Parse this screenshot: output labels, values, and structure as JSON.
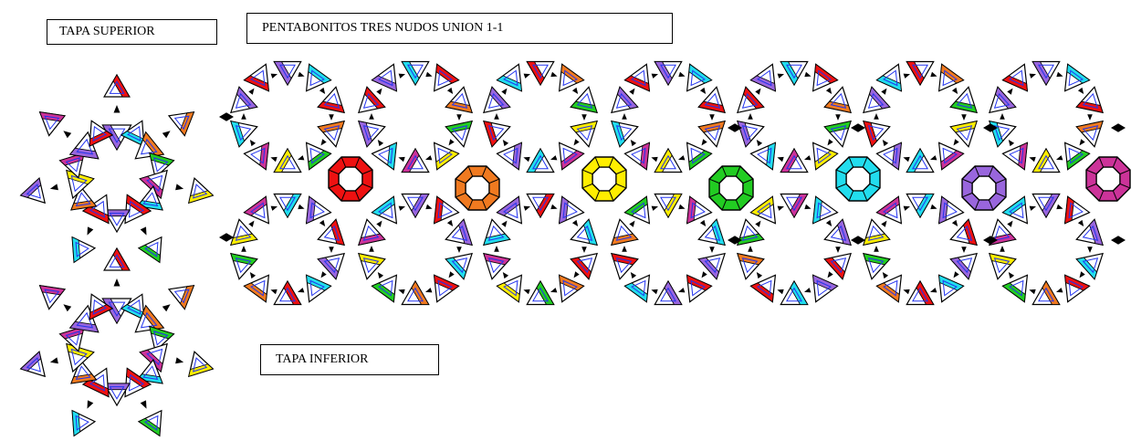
{
  "labels": {
    "top_cover": "TAPA SUPERIOR",
    "title": "PENTABONITOS TRES NUDOS  UNION 1-1",
    "bottom_cover": "TAPA INFERIOR"
  },
  "colors": {
    "red": "#ee1111",
    "orange": "#f07a20",
    "yellow": "#ffee00",
    "green": "#22cc22",
    "cyan": "#22ddee",
    "purple": "#9966dd",
    "magenta": "#cc3399",
    "blue": "#2233ee",
    "black": "#000000"
  },
  "knot_colors": [
    "red",
    "orange",
    "yellow",
    "green",
    "cyan",
    "purple",
    "magenta"
  ],
  "cover_petal_colors": [
    "red",
    "orange",
    "yellow",
    "green",
    "cyan",
    "purple",
    "magenta"
  ],
  "ring_tile_colors": [
    "purple",
    "cyan",
    "red",
    "orange",
    "green",
    "yellow",
    "magenta",
    "cyan",
    "purple",
    "red"
  ]
}
